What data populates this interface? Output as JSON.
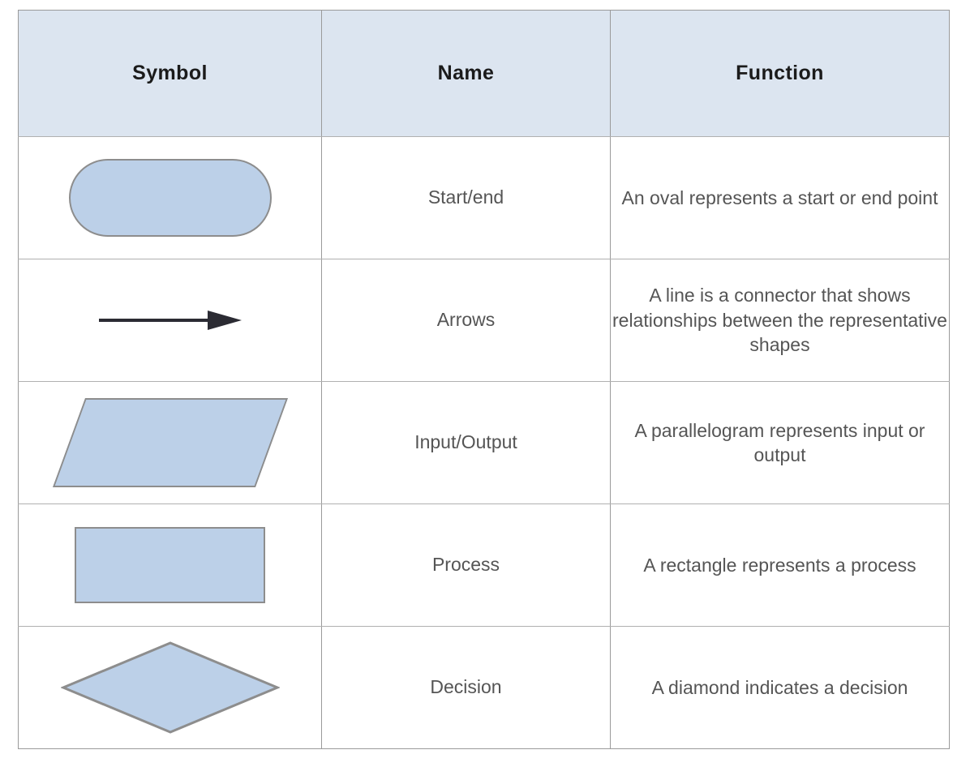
{
  "table": {
    "headers": [
      {
        "label": "Symbol",
        "name": "column-header-symbol"
      },
      {
        "label": "Name",
        "name": "column-header-name"
      },
      {
        "label": "Function",
        "name": "column-header-function"
      }
    ],
    "rows": [
      {
        "symbol": "oval-shape",
        "name": "Start/end",
        "function": "An oval represents a start or end point"
      },
      {
        "symbol": "arrow-shape",
        "name": "Arrows",
        "function": "A line is a connector that shows relationships between the representative shapes"
      },
      {
        "symbol": "parallelogram-shape",
        "name": "Input/Output",
        "function": "A parallelogram represents input or output"
      },
      {
        "symbol": "rectangle-shape",
        "name": "Process",
        "function": "A rectangle represents a process"
      },
      {
        "symbol": "diamond-shape",
        "name": "Decision",
        "function": "A diamond indicates a decision"
      }
    ]
  },
  "colors": {
    "header_background": "#dce5f0",
    "shape_fill": "#bcd0e8",
    "shape_stroke": "#8d8d8d",
    "header_text": "#1b1b1b",
    "body_text": "#555555",
    "table_border": "#9a9a9a",
    "arrow_color": "#2b2b33",
    "page_background": "#ffffff"
  }
}
